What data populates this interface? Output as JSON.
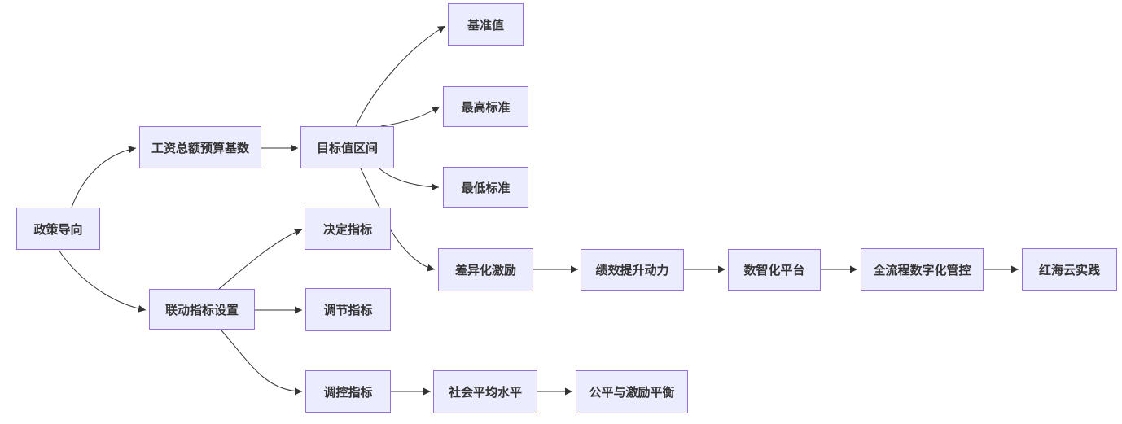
{
  "diagram": {
    "type": "flowchart",
    "direction": "left-to-right",
    "colors": {
      "node_fill": "#ECECFF",
      "node_border": "#9370DB",
      "edge_line": "#333333",
      "text_color": "#333333",
      "canvas_bg": "#FFFFFF"
    },
    "nodes": [
      {
        "id": "policy-orientation",
        "label": "政策导向"
      },
      {
        "id": "salary-budget-base",
        "label": "工资总额预算基数"
      },
      {
        "id": "target-value-range",
        "label": "目标值区间"
      },
      {
        "id": "baseline-value",
        "label": "基准值"
      },
      {
        "id": "max-standard",
        "label": "最高标准"
      },
      {
        "id": "min-standard",
        "label": "最低标准"
      },
      {
        "id": "deciding-indicator",
        "label": "决定指标"
      },
      {
        "id": "linkage-indicator-setting",
        "label": "联动指标设置"
      },
      {
        "id": "adjusting-indicator",
        "label": "调节指标"
      },
      {
        "id": "regulating-indicator",
        "label": "调控指标"
      },
      {
        "id": "differentiated-incentive",
        "label": "差异化激励"
      },
      {
        "id": "performance-improvement-motivation",
        "label": "绩效提升动力"
      },
      {
        "id": "digital-intelligence-platform",
        "label": "数智化平台"
      },
      {
        "id": "full-process-digital-control",
        "label": "全流程数字化管控"
      },
      {
        "id": "honghaiyun-practice",
        "label": "红海云实践"
      },
      {
        "id": "social-average-level",
        "label": "社会平均水平"
      },
      {
        "id": "fairness-incentive-balance",
        "label": "公平与激励平衡"
      }
    ],
    "edges": [
      {
        "from": "政策导向",
        "to": "工资总额预算基数"
      },
      {
        "from": "政策导向",
        "to": "联动指标设置"
      },
      {
        "from": "工资总额预算基数",
        "to": "目标值区间"
      },
      {
        "from": "目标值区间",
        "to": "基准值"
      },
      {
        "from": "目标值区间",
        "to": "最高标准"
      },
      {
        "from": "目标值区间",
        "to": "最低标准"
      },
      {
        "from": "目标值区间",
        "to": "差异化激励"
      },
      {
        "from": "联动指标设置",
        "to": "决定指标"
      },
      {
        "from": "联动指标设置",
        "to": "调节指标"
      },
      {
        "from": "联动指标设置",
        "to": "调控指标"
      },
      {
        "from": "差异化激励",
        "to": "绩效提升动力"
      },
      {
        "from": "绩效提升动力",
        "to": "数智化平台"
      },
      {
        "from": "数智化平台",
        "to": "全流程数字化管控"
      },
      {
        "from": "全流程数字化管控",
        "to": "红海云实践"
      },
      {
        "from": "调控指标",
        "to": "社会平均水平"
      },
      {
        "from": "社会平均水平",
        "to": "公平与激励平衡"
      }
    ]
  }
}
